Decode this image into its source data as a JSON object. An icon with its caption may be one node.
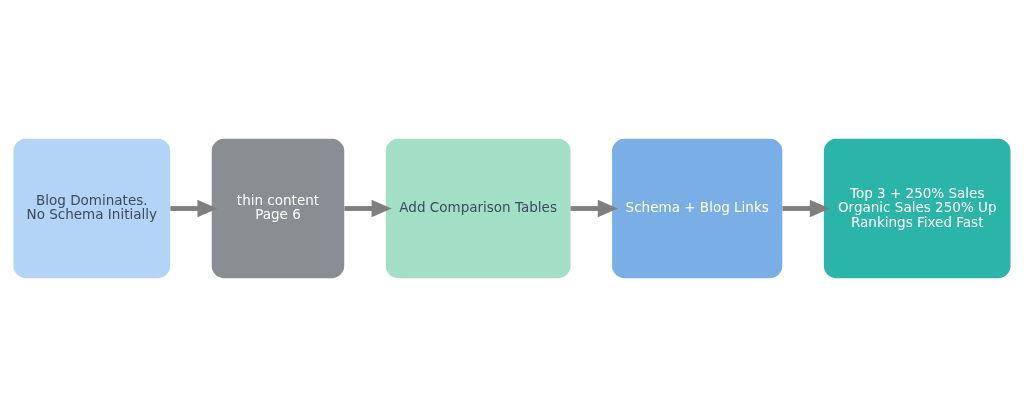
{
  "diagram": {
    "nodes": [
      {
        "text": [
          "Blog Dominates.",
          "No Schema Initially"
        ]
      },
      {
        "text": [
          "thin content",
          "Page 6"
        ]
      },
      {
        "text": [
          "Add Comparison Tables"
        ]
      },
      {
        "text": [
          "Schema + Blog Links"
        ]
      },
      {
        "text": [
          "Top 3 + 250% Sales",
          "Organic Sales 250% Up",
          "Rankings Fixed Fast"
        ]
      }
    ],
    "edges": [
      {
        "from": 0,
        "to": 1,
        "arrow": "to"
      },
      {
        "from": 1,
        "to": 2,
        "arrow": "to"
      },
      {
        "from": 2,
        "to": 3,
        "arrow": "to"
      },
      {
        "from": 3,
        "to": 4,
        "arrow": "to"
      }
    ]
  }
}
